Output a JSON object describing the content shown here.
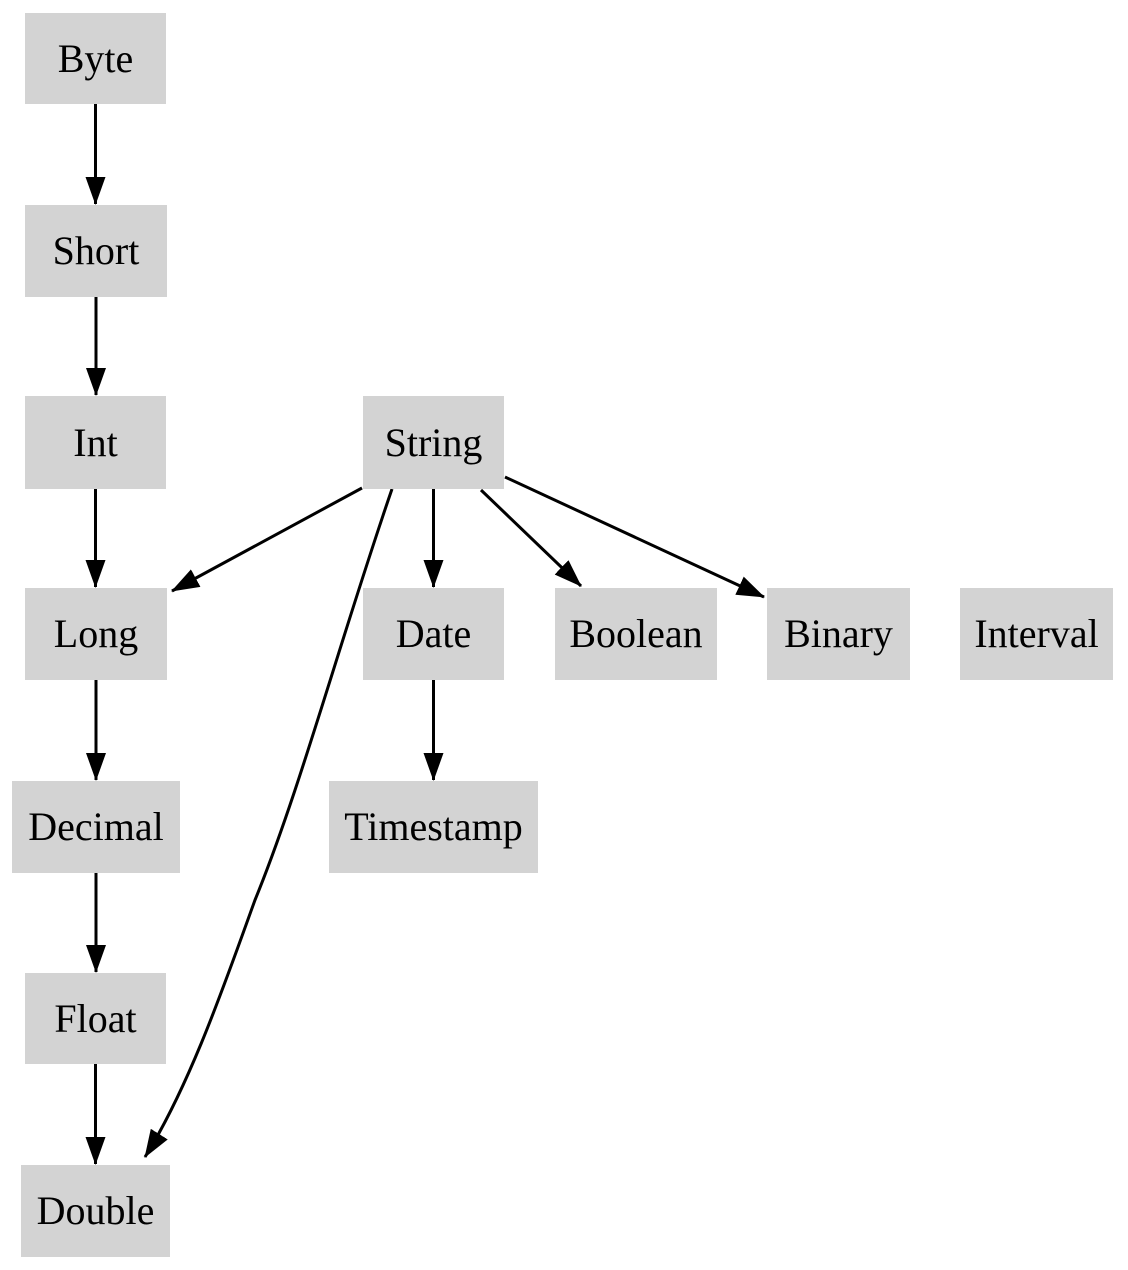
{
  "diagram": {
    "type": "directed-graph",
    "description": "Type promotion hierarchy graph",
    "colors": {
      "background": "#ffffff",
      "node_fill": "#d3d3d3",
      "node_text": "#000000",
      "edge": "#000000"
    },
    "nodes": {
      "byte": {
        "label": "Byte"
      },
      "short": {
        "label": "Short"
      },
      "int": {
        "label": "Int"
      },
      "string": {
        "label": "String"
      },
      "long": {
        "label": "Long"
      },
      "date": {
        "label": "Date"
      },
      "boolean": {
        "label": "Boolean"
      },
      "binary": {
        "label": "Binary"
      },
      "interval": {
        "label": "Interval"
      },
      "decimal": {
        "label": "Decimal"
      },
      "timestamp": {
        "label": "Timestamp"
      },
      "float": {
        "label": "Float"
      },
      "double": {
        "label": "Double"
      }
    },
    "edges": [
      {
        "from": "Byte",
        "to": "Short"
      },
      {
        "from": "Short",
        "to": "Int"
      },
      {
        "from": "Int",
        "to": "Long"
      },
      {
        "from": "String",
        "to": "Long"
      },
      {
        "from": "String",
        "to": "Date"
      },
      {
        "from": "String",
        "to": "Boolean"
      },
      {
        "from": "String",
        "to": "Binary"
      },
      {
        "from": "String",
        "to": "Double"
      },
      {
        "from": "Long",
        "to": "Decimal"
      },
      {
        "from": "Date",
        "to": "Timestamp"
      },
      {
        "from": "Decimal",
        "to": "Float"
      },
      {
        "from": "Float",
        "to": "Double"
      }
    ]
  }
}
